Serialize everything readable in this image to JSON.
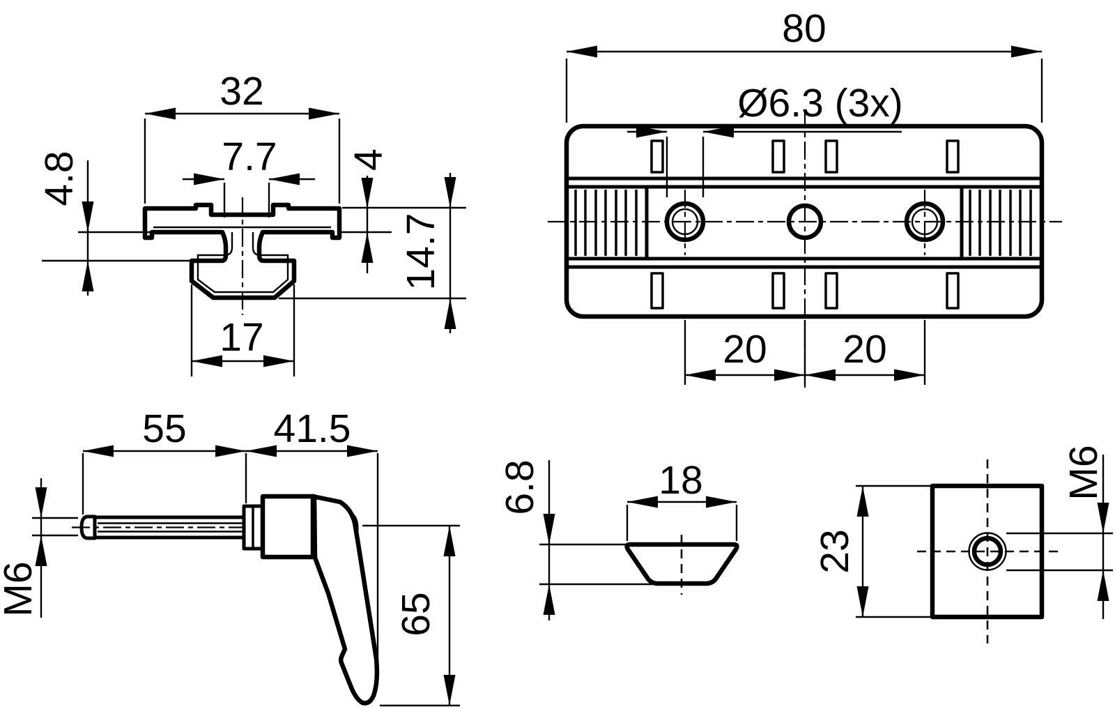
{
  "drawing": {
    "type": "technical-drawing",
    "units": "mm",
    "colors": {
      "line": "#000000",
      "background": "#ffffff"
    }
  },
  "views": {
    "t_profile": {
      "name": "t-profile-cross-section",
      "width": "32",
      "opening": "7.7",
      "lip": "4.8",
      "flange": "4",
      "height": "14.7",
      "foot": "17"
    },
    "plate": {
      "name": "clamp-plate-top-view",
      "width": "80",
      "holes": "Ø6.3 (3x)",
      "pitch_left": "20",
      "pitch_right": "20"
    },
    "lever": {
      "name": "clamping-lever-side-view",
      "shaft": "55",
      "body": "41.5",
      "thread": "M6",
      "height": "65"
    },
    "nut_profile": {
      "name": "slot-nut-cross-section",
      "height": "6.8",
      "width": "18"
    },
    "nut_block": {
      "name": "slot-nut-front-view",
      "height": "23",
      "thread": "M6"
    }
  }
}
